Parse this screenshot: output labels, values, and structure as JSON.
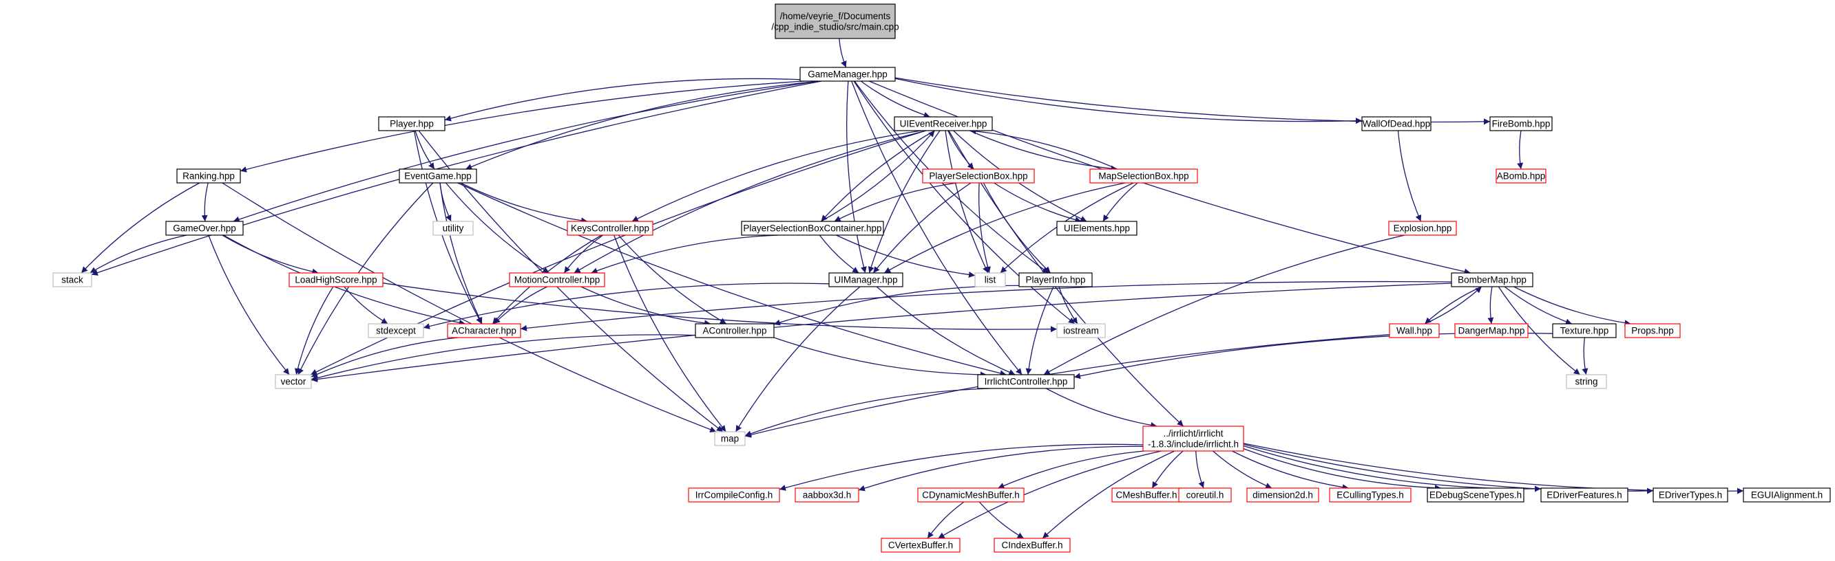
{
  "diagram": {
    "nodes": [
      {
        "id": "main",
        "lines": [
          "/home/veyrie_f/Documents",
          "/cpp_indie_studio/src/main.cpp"
        ],
        "style": "root"
      },
      {
        "id": "gm",
        "lines": [
          "GameManager.hpp"
        ],
        "style": "black"
      },
      {
        "id": "player",
        "lines": [
          "Player.hpp"
        ],
        "style": "black"
      },
      {
        "id": "uier",
        "lines": [
          "UIEventReceiver.hpp"
        ],
        "style": "black"
      },
      {
        "id": "wod",
        "lines": [
          "WallOfDead.hpp"
        ],
        "style": "black"
      },
      {
        "id": "firebomb",
        "lines": [
          "FireBomb.hpp"
        ],
        "style": "black"
      },
      {
        "id": "abomb",
        "lines": [
          "ABomb.hpp"
        ],
        "style": "red"
      },
      {
        "id": "ranking",
        "lines": [
          "Ranking.hpp"
        ],
        "style": "black"
      },
      {
        "id": "eventgame",
        "lines": [
          "EventGame.hpp"
        ],
        "style": "black"
      },
      {
        "id": "psbox",
        "lines": [
          "PlayerSelectionBox.hpp"
        ],
        "style": "red"
      },
      {
        "id": "msbox",
        "lines": [
          "MapSelectionBox.hpp"
        ],
        "style": "red"
      },
      {
        "id": "gameover",
        "lines": [
          "GameOver.hpp"
        ],
        "style": "black"
      },
      {
        "id": "utility",
        "lines": [
          "utility"
        ],
        "style": "gray"
      },
      {
        "id": "keysctl",
        "lines": [
          "KeysController.hpp"
        ],
        "style": "red"
      },
      {
        "id": "psbc",
        "lines": [
          "PlayerSelectionBoxContainer.hpp"
        ],
        "style": "black"
      },
      {
        "id": "uielements",
        "lines": [
          "UIElements.hpp"
        ],
        "style": "black"
      },
      {
        "id": "explosion",
        "lines": [
          "Explosion.hpp"
        ],
        "style": "red"
      },
      {
        "id": "stack",
        "lines": [
          "stack"
        ],
        "style": "gray"
      },
      {
        "id": "loadhs",
        "lines": [
          "LoadHighScore.hpp"
        ],
        "style": "red"
      },
      {
        "id": "motionctl",
        "lines": [
          "MotionController.hpp"
        ],
        "style": "red"
      },
      {
        "id": "uimanager",
        "lines": [
          "UIManager.hpp"
        ],
        "style": "black"
      },
      {
        "id": "list",
        "lines": [
          "list"
        ],
        "style": "gray"
      },
      {
        "id": "playerinfo",
        "lines": [
          "PlayerInfo.hpp"
        ],
        "style": "black"
      },
      {
        "id": "bombermap",
        "lines": [
          "BomberMap.hpp"
        ],
        "style": "black"
      },
      {
        "id": "stdexcept",
        "lines": [
          "stdexcept"
        ],
        "style": "gray"
      },
      {
        "id": "acharacter",
        "lines": [
          "ACharacter.hpp"
        ],
        "style": "red"
      },
      {
        "id": "acontroller",
        "lines": [
          "AController.hpp"
        ],
        "style": "black"
      },
      {
        "id": "iostream",
        "lines": [
          "iostream"
        ],
        "style": "gray"
      },
      {
        "id": "wall",
        "lines": [
          "Wall.hpp"
        ],
        "style": "red"
      },
      {
        "id": "dangermap",
        "lines": [
          "DangerMap.hpp"
        ],
        "style": "red"
      },
      {
        "id": "texture",
        "lines": [
          "Texture.hpp"
        ],
        "style": "black"
      },
      {
        "id": "props",
        "lines": [
          "Props.hpp"
        ],
        "style": "red"
      },
      {
        "id": "vector",
        "lines": [
          "vector"
        ],
        "style": "gray"
      },
      {
        "id": "irrctl",
        "lines": [
          "IrrlichtController.hpp"
        ],
        "style": "black"
      },
      {
        "id": "string",
        "lines": [
          "string"
        ],
        "style": "gray"
      },
      {
        "id": "map",
        "lines": [
          "map"
        ],
        "style": "gray"
      },
      {
        "id": "irrlicht",
        "lines": [
          "../irrlicht/irrlicht",
          "-1.8.3/include/irrlicht.h"
        ],
        "style": "red"
      },
      {
        "id": "irrcompile",
        "lines": [
          "IrrCompileConfig.h"
        ],
        "style": "red"
      },
      {
        "id": "aabbox",
        "lines": [
          "aabbox3d.h"
        ],
        "style": "red"
      },
      {
        "id": "cdmb",
        "lines": [
          "CDynamicMeshBuffer.h"
        ],
        "style": "red"
      },
      {
        "id": "cmeshbuf",
        "lines": [
          "CMeshBuffer.h"
        ],
        "style": "red"
      },
      {
        "id": "coreutil",
        "lines": [
          "coreutil.h"
        ],
        "style": "red"
      },
      {
        "id": "dim2d",
        "lines": [
          "dimension2d.h"
        ],
        "style": "red"
      },
      {
        "id": "ecull",
        "lines": [
          "ECullingTypes.h"
        ],
        "style": "red"
      },
      {
        "id": "edebug",
        "lines": [
          "EDebugSceneTypes.h"
        ],
        "style": "black"
      },
      {
        "id": "edrvfeat",
        "lines": [
          "EDriverFeatures.h"
        ],
        "style": "black"
      },
      {
        "id": "edrvtypes",
        "lines": [
          "EDriverTypes.h"
        ],
        "style": "black"
      },
      {
        "id": "eguialign",
        "lines": [
          "EGUIAlignment.h"
        ],
        "style": "black"
      },
      {
        "id": "cvertbuf",
        "lines": [
          "CVertexBuffer.h"
        ],
        "style": "red"
      },
      {
        "id": "cindexbuf",
        "lines": [
          "CIndexBuffer.h"
        ],
        "style": "red"
      }
    ],
    "edges": [
      [
        "main",
        "gm"
      ],
      [
        "gm",
        "player"
      ],
      [
        "gm",
        "uier"
      ],
      [
        "gm",
        "wod"
      ],
      [
        "gm",
        "firebomb"
      ],
      [
        "gm",
        "ranking"
      ],
      [
        "gm",
        "eventgame"
      ],
      [
        "gm",
        "gameover"
      ],
      [
        "gm",
        "stack"
      ],
      [
        "gm",
        "uimanager"
      ],
      [
        "gm",
        "playerinfo"
      ],
      [
        "gm",
        "bombermap"
      ],
      [
        "gm",
        "iostream"
      ],
      [
        "gm",
        "irrctl"
      ],
      [
        "firebomb",
        "abomb"
      ],
      [
        "wod",
        "explosion"
      ],
      [
        "explosion",
        "irrctl"
      ],
      [
        "player",
        "eventgame"
      ],
      [
        "player",
        "map"
      ],
      [
        "player",
        "acharacter"
      ],
      [
        "uier",
        "psbox"
      ],
      [
        "uier",
        "msbox"
      ],
      [
        "uier",
        "psbc"
      ],
      [
        "uier",
        "uielements"
      ],
      [
        "uier",
        "uimanager"
      ],
      [
        "uier",
        "list"
      ],
      [
        "uier",
        "motionctl"
      ],
      [
        "uier",
        "keysctl"
      ],
      [
        "uier",
        "vector"
      ],
      [
        "uier",
        "irrlicht"
      ],
      [
        "psbox",
        "uielements"
      ],
      [
        "psbox",
        "psbc"
      ],
      [
        "psbox",
        "list"
      ],
      [
        "psbox",
        "uimanager"
      ],
      [
        "psbox",
        "playerinfo"
      ],
      [
        "msbox",
        "uier"
      ],
      [
        "msbox",
        "uielements"
      ],
      [
        "msbox",
        "uimanager"
      ],
      [
        "msbox",
        "list"
      ],
      [
        "psbc",
        "uier"
      ],
      [
        "psbc",
        "uimanager"
      ],
      [
        "psbc",
        "list"
      ],
      [
        "psbc",
        "motionctl"
      ],
      [
        "ranking",
        "gameover"
      ],
      [
        "ranking",
        "stack"
      ],
      [
        "ranking",
        "map"
      ],
      [
        "eventgame",
        "utility"
      ],
      [
        "eventgame",
        "keysctl"
      ],
      [
        "eventgame",
        "motionctl"
      ],
      [
        "eventgame",
        "acharacter"
      ],
      [
        "eventgame",
        "vector"
      ],
      [
        "eventgame",
        "irrctl"
      ],
      [
        "gameover",
        "stack"
      ],
      [
        "gameover",
        "loadhs"
      ],
      [
        "gameover",
        "vector"
      ],
      [
        "gameover",
        "acharacter"
      ],
      [
        "keysctl",
        "motionctl"
      ],
      [
        "keysctl",
        "acontroller"
      ],
      [
        "keysctl",
        "map"
      ],
      [
        "keysctl",
        "acharacter"
      ],
      [
        "loadhs",
        "stdexcept"
      ],
      [
        "loadhs",
        "vector"
      ],
      [
        "loadhs",
        "iostream"
      ],
      [
        "motionctl",
        "acharacter"
      ],
      [
        "motionctl",
        "acontroller"
      ],
      [
        "uimanager",
        "stdexcept"
      ],
      [
        "uimanager",
        "map"
      ],
      [
        "uimanager",
        "irrctl"
      ],
      [
        "playerinfo",
        "iostream"
      ],
      [
        "playerinfo",
        "irrctl"
      ],
      [
        "playerinfo",
        "acontroller"
      ],
      [
        "bombermap",
        "wall"
      ],
      [
        "bombermap",
        "dangermap"
      ],
      [
        "bombermap",
        "texture"
      ],
      [
        "bombermap",
        "props"
      ],
      [
        "bombermap",
        "string"
      ],
      [
        "bombermap",
        "vector"
      ],
      [
        "bombermap",
        "acharacter"
      ],
      [
        "wall",
        "bombermap"
      ],
      [
        "wall",
        "map"
      ],
      [
        "texture",
        "string"
      ],
      [
        "texture",
        "irrctl"
      ],
      [
        "acharacter",
        "vector"
      ],
      [
        "acontroller",
        "vector"
      ],
      [
        "acontroller",
        "irrctl"
      ],
      [
        "irrctl",
        "map"
      ],
      [
        "irrctl",
        "irrlicht"
      ],
      [
        "irrlicht",
        "irrcompile"
      ],
      [
        "irrlicht",
        "aabbox"
      ],
      [
        "irrlicht",
        "cdmb"
      ],
      [
        "irrlicht",
        "cmeshbuf"
      ],
      [
        "irrlicht",
        "coreutil"
      ],
      [
        "irrlicht",
        "dim2d"
      ],
      [
        "irrlicht",
        "ecull"
      ],
      [
        "irrlicht",
        "edebug"
      ],
      [
        "irrlicht",
        "edrvfeat"
      ],
      [
        "irrlicht",
        "edrvtypes"
      ],
      [
        "irrlicht",
        "eguialign"
      ],
      [
        "irrlicht",
        "cvertbuf"
      ],
      [
        "irrlicht",
        "cindexbuf"
      ],
      [
        "cdmb",
        "cvertbuf"
      ],
      [
        "cdmb",
        "cindexbuf"
      ]
    ]
  },
  "colors": {
    "edge": "#191970",
    "root_fill": "#bfbfbf",
    "node_border": "#000000",
    "red_border": "#ff0000",
    "gray_border": "#bfbfbf",
    "node_fill": "#ffffff",
    "text": "#000000"
  }
}
